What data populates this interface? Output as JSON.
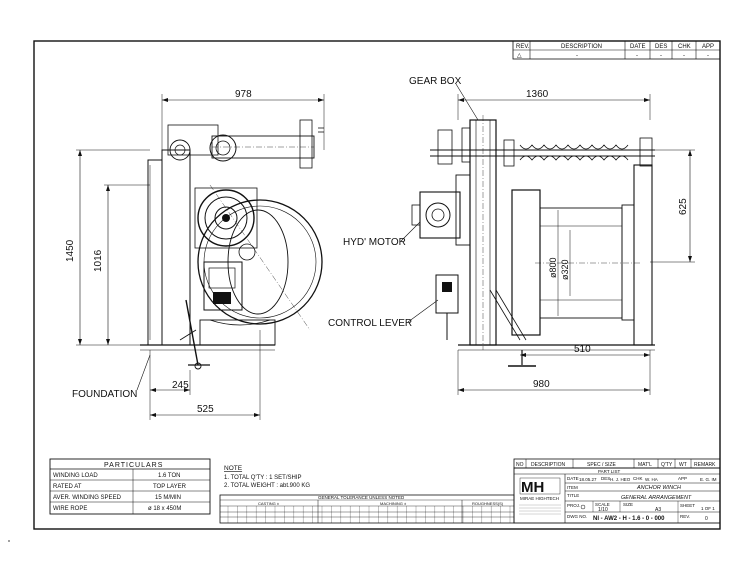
{
  "revision_block": {
    "headers": [
      "REV.",
      "DESCRIPTION",
      "DATE",
      "DES",
      "CHK",
      "APP"
    ],
    "row": [
      "△",
      "-",
      "-",
      "-",
      "-",
      "-"
    ]
  },
  "dimensions": {
    "front_width": "978",
    "front_height": "1450",
    "front_inner_height": "1016",
    "front_offset_245": "245",
    "front_offset_525": "525",
    "side_width": "1360",
    "side_base": "980",
    "side_510": "510",
    "side_625": "625",
    "drum_dia_800": "ø800",
    "drum_dia_320": "ø320"
  },
  "callouts": {
    "gear_box": "GEAR BOX",
    "hyd_motor": "HYD' MOTOR",
    "control_lever": "CONTROL LEVER",
    "foundation": "FOUNDATION"
  },
  "particulars": {
    "title": "PARTICULARS",
    "rows": [
      [
        "WINDING LOAD",
        "1.6 TON"
      ],
      [
        "RATED AT",
        "TOP LAYER"
      ],
      [
        "AVER. WINDING SPEED",
        "15 M/MIN"
      ],
      [
        "WIRE ROPE",
        "ø 18 x 450M"
      ]
    ]
  },
  "note": {
    "title": "NOTE",
    "lines": [
      "1. TOTAL Q'TY : 1 SET/SHIP",
      "2. TOTAL WEIGHT : abt.900 KG"
    ]
  },
  "tolerance": {
    "title": "GENERAL TOLERANCE UNLESS NOTED",
    "groups": [
      "CASTING ±",
      "MACHINING ±",
      "ROUGHNESS(S)"
    ]
  },
  "parts_header": [
    "NO",
    "DESCRIPTION",
    "SPEC / SIZE",
    "MAT'L",
    "Q'TY",
    "WT",
    "REMARK"
  ],
  "title_block": {
    "part_list": "PART LIST",
    "logo": "MH",
    "company": "MIRAE HIGHTECH",
    "date_label": "DATE",
    "date": "18.05.27",
    "des_label": "DES",
    "des": "H. J. HEO",
    "chk_label": "CHK",
    "chk": "W. HA",
    "app_label": "APP",
    "app": "E. G. IM",
    "item_label": "ITEM",
    "item": "ANCHOR WINCH",
    "title_label": "TITLE",
    "title": "GENERAL ARRANGEMENT",
    "proj_label": "PROJ.",
    "scale_label": "SCALE",
    "scale": "1/10",
    "size_label": "SIZE",
    "size": "A3",
    "sheet_label": "SHEET",
    "sheet": "1 OF 1",
    "dwg_label": "DWG NO.",
    "dwg_no": "NI - AW2 - H - 1.6 - 0 - 000",
    "rev_label": "REV.",
    "rev": "0"
  }
}
